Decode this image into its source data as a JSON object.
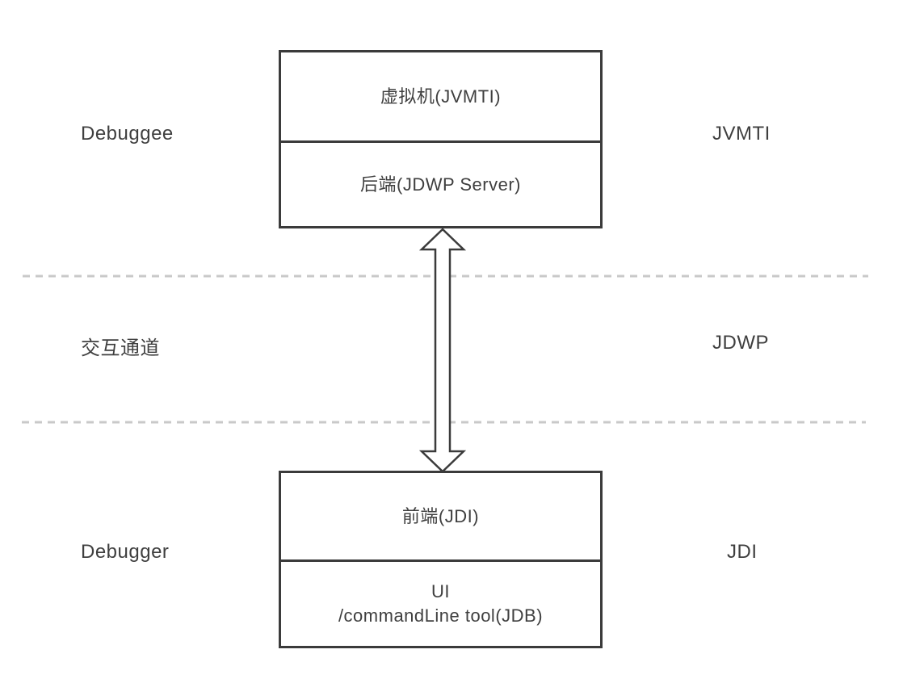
{
  "layers": [
    {
      "left_label": "Debuggee",
      "right_label": "JVMTI",
      "box_cells": [
        "虚拟机(JVMTI)",
        "后端(JDWP Server)"
      ]
    },
    {
      "left_label": "交互通道",
      "right_label": "JDWP"
    },
    {
      "left_label": "Debugger",
      "right_label": "JDI",
      "box_cells": [
        "前端(JDI)",
        "UI",
        "/commandLine tool(JDB)"
      ]
    }
  ],
  "connector": {
    "style": "double-headed-arrow"
  },
  "colors": {
    "box_border": "#3b3b3b",
    "text": "#3f3f3f",
    "dashed_line": "#c9c9c9",
    "background": "#ffffff"
  }
}
